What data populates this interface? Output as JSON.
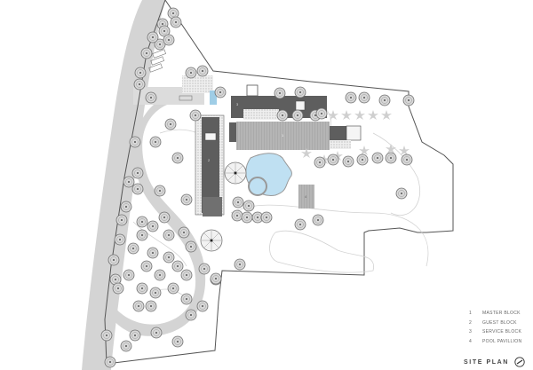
{
  "drawing": {
    "title": "SITE PLAN",
    "north_icon": "north-arrow-icon"
  },
  "legend": [
    {
      "num": "1",
      "label": "MASTER BLOCK"
    },
    {
      "num": "2",
      "label": "GUEST BLOCK"
    },
    {
      "num": "3",
      "label": "SERVICE BLOCK"
    },
    {
      "num": "4",
      "label": "POOL PAVILLION"
    }
  ],
  "building_labels": {
    "master": "1",
    "guest": "2",
    "service": "3",
    "pavilion": "4"
  },
  "colors": {
    "road": "#d4d4d4",
    "building_dark": "#5e5e5e",
    "building_light": "#9a9a9a",
    "pool": "#bfe0f2",
    "boundary": "#555555",
    "tree": "#8a8a8a",
    "contour": "#cfcfcf"
  }
}
